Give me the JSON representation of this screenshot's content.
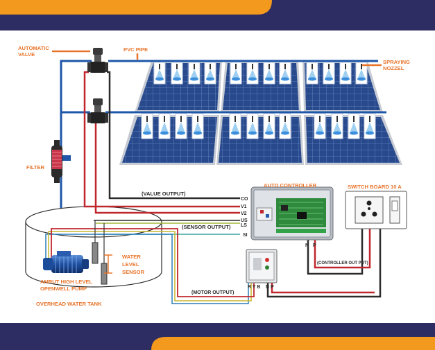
{
  "labels": {
    "automatic_valve_1": "AUTOMATIC",
    "automatic_valve_2": "VALVE",
    "pvc_pipe": "PVC PIPE",
    "spraying_nozzel_1": "SPRAYING",
    "spraying_nozzel_2": "NOZZEL",
    "filter": "FILTER",
    "value_output": "(VALUE OUTPUT)",
    "sensor_output": "(SENSOR OUTPUT)",
    "motor_output": "(MOTOR OUTPUT)",
    "controller_out_put": "(CONTROLLER OUT PUT)",
    "auto_controller": "AUTO CONTROLLER",
    "switch_board": "SWITCH BOARD 10 A",
    "terminal_co": "CO",
    "terminal_v1": "V1",
    "terminal_v2": "V2",
    "terminal_us": "US",
    "terminal_ls": "LS",
    "terminal_si": "SI",
    "terminal_n_ctrl": "N",
    "terminal_p_ctrl": "P",
    "terminal_ryb": "R Y B",
    "terminal_np_starter": "N P",
    "water_level_sensor_1": "WATER",
    "water_level_sensor_2": "LEVEL",
    "water_level_sensor_3": "SENSOR",
    "pump_1": "AMRUT HIGH LEVEL",
    "pump_2": "OPENWELL PUMP",
    "tank": "OVERHEAD WATER TANK"
  },
  "colors": {
    "navy": "#2e2d63",
    "orange": "#f39a1e",
    "label_orange": "#e8742a",
    "pipe_blue": "#1e56a8",
    "wire_red": "#c0272d",
    "wire_dark": "#2b2b2b",
    "panel": "#2a4a8c",
    "panel_frame": "#c7ccd4"
  }
}
